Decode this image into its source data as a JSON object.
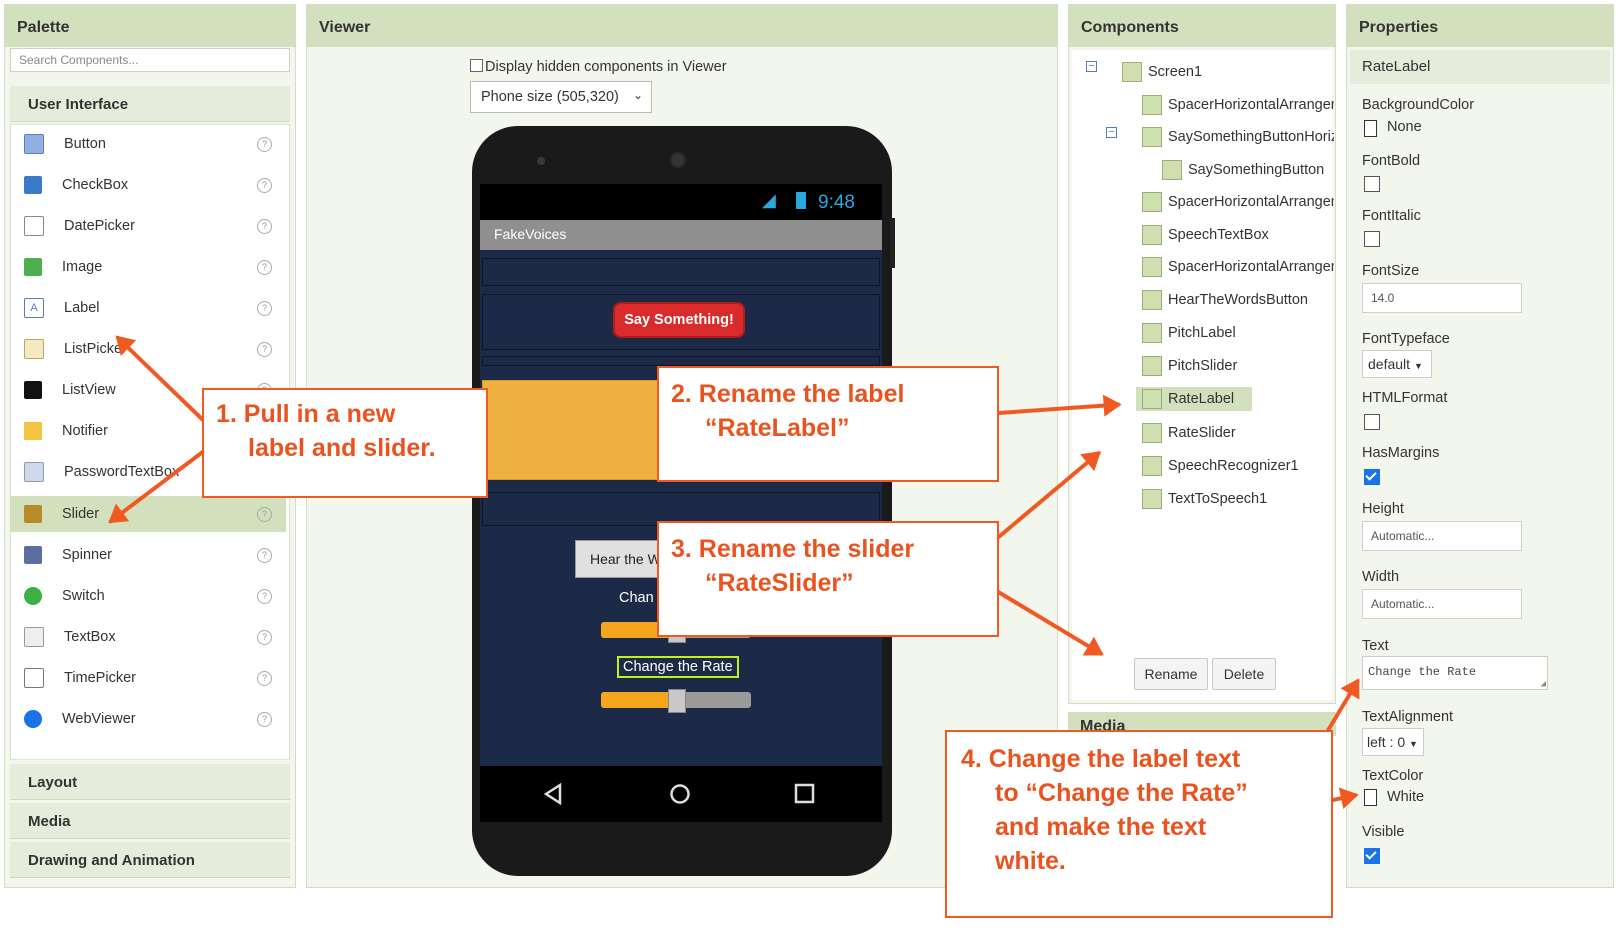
{
  "palette": {
    "title": "Palette",
    "search_placeholder": "Search Components...",
    "category_open": "User Interface",
    "items": [
      {
        "label": "Button",
        "icon": "button-icon"
      },
      {
        "label": "CheckBox",
        "icon": "checkbox-icon"
      },
      {
        "label": "DatePicker",
        "icon": "datepicker-icon"
      },
      {
        "label": "Image",
        "icon": "image-icon"
      },
      {
        "label": "Label",
        "icon": "label-icon"
      },
      {
        "label": "ListPicker",
        "icon": "listpicker-icon"
      },
      {
        "label": "ListView",
        "icon": "listview-icon"
      },
      {
        "label": "Notifier",
        "icon": "notifier-icon"
      },
      {
        "label": "PasswordTextBox",
        "icon": "passwordtextbox-icon"
      },
      {
        "label": "Slider",
        "icon": "slider-icon"
      },
      {
        "label": "Spinner",
        "icon": "spinner-icon"
      },
      {
        "label": "Switch",
        "icon": "switch-icon"
      },
      {
        "label": "TextBox",
        "icon": "textbox-icon"
      },
      {
        "label": "TimePicker",
        "icon": "timepicker-icon"
      },
      {
        "label": "WebViewer",
        "icon": "webviewer-icon"
      }
    ],
    "help_glyph": "?",
    "categories_closed": [
      "Layout",
      "Media",
      "Drawing and Animation"
    ]
  },
  "viewer": {
    "title": "Viewer",
    "hidden_checkbox_label": "Display hidden components in Viewer",
    "phone_size": "Phone size (505,320)",
    "status_time": "9:48",
    "app_title": "FakeVoices",
    "say_button": "Say Something!",
    "hear_button": "Hear the W",
    "change_label_partial": "Chan",
    "change_rate_label": "Change the Rate",
    "pitch_slider_value": 0.5,
    "rate_slider_value": 0.5
  },
  "components": {
    "title": "Components",
    "tree": [
      {
        "label": "Screen1"
      },
      {
        "label": "SpacerHorizontalArrangement"
      },
      {
        "label": "SaySomethingButtonHorizontal"
      },
      {
        "label": "SaySomethingButton"
      },
      {
        "label": "SpacerHorizontalArrangement"
      },
      {
        "label": "SpeechTextBox"
      },
      {
        "label": "SpacerHorizontalArrangement"
      },
      {
        "label": "HearTheWordsButton"
      },
      {
        "label": "PitchLabel"
      },
      {
        "label": "PitchSlider"
      },
      {
        "label": "RateLabel"
      },
      {
        "label": "RateSlider"
      },
      {
        "label": "SpeechRecognizer1"
      },
      {
        "label": "TextToSpeech1"
      }
    ],
    "rename_button": "Rename",
    "delete_button": "Delete",
    "media_partial": "Media"
  },
  "properties": {
    "title": "Properties",
    "component_name": "RateLabel",
    "background_color_label": "BackgroundColor",
    "background_color_value": "None",
    "fontbold_label": "FontBold",
    "fontitalic_label": "FontItalic",
    "fontsize_label": "FontSize",
    "fontsize_value": "14.0",
    "fonttypeface_label": "FontTypeface",
    "fonttypeface_value": "default",
    "htmlformat_label": "HTMLFormat",
    "hasmargins_label": "HasMargins",
    "height_label": "Height",
    "height_value": "Automatic...",
    "width_label": "Width",
    "width_value": "Automatic...",
    "text_label": "Text",
    "text_value": "Change the Rate",
    "textalignment_label": "TextAlignment",
    "textalignment_value": "left : 0",
    "textcolor_label": "TextColor",
    "textcolor_value": "White",
    "visible_label": "Visible"
  },
  "callouts": {
    "c1_line1": "1. Pull in a new",
    "c1_line2": "label and slider.",
    "c2_line1": "2. Rename the label",
    "c2_line2": "“RateLabel”",
    "c3_line1": "3. Rename the slider",
    "c3_line2": "“RateSlider”",
    "c4_line1": "4. Change the label text",
    "c4_line2": "to “Change the Rate”",
    "c4_line3": "and make the text",
    "c4_line4": "white."
  },
  "colors": {
    "header_green": "#d3e0bd",
    "accent_orange": "#f05a22",
    "say_button_red": "#d92b2b",
    "speech_area": "#f0b040",
    "screen_bg": "#1c2a48",
    "slider_orange": "#f4a51c"
  }
}
